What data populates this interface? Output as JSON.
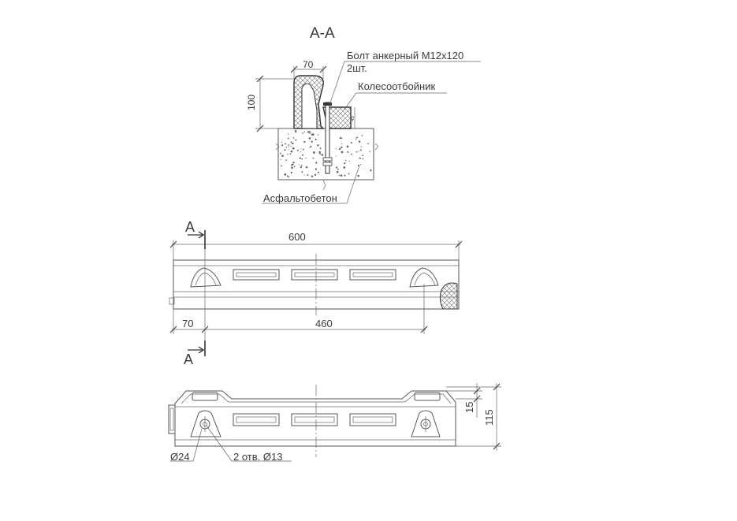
{
  "section": {
    "title": "А-А",
    "dim_width": "70",
    "dim_height": "100",
    "dim_small": "45",
    "bolt_label": "Болт анкерный М12х120",
    "bolt_qty": "2шт.",
    "stopper_label": "Колесоотбойник",
    "base_label": "Асфальтобетон"
  },
  "plan": {
    "cut_mark": "А",
    "dim_total": "600",
    "dim_offset": "70",
    "dim_holes": "460"
  },
  "front": {
    "dim_top": "15",
    "dim_height": "115",
    "dim_dia": "Ø24",
    "holes_label": "2 отв. Ø13"
  },
  "colors": {
    "line": "#555555",
    "text": "#3a3a3a",
    "background": "#ffffff"
  }
}
